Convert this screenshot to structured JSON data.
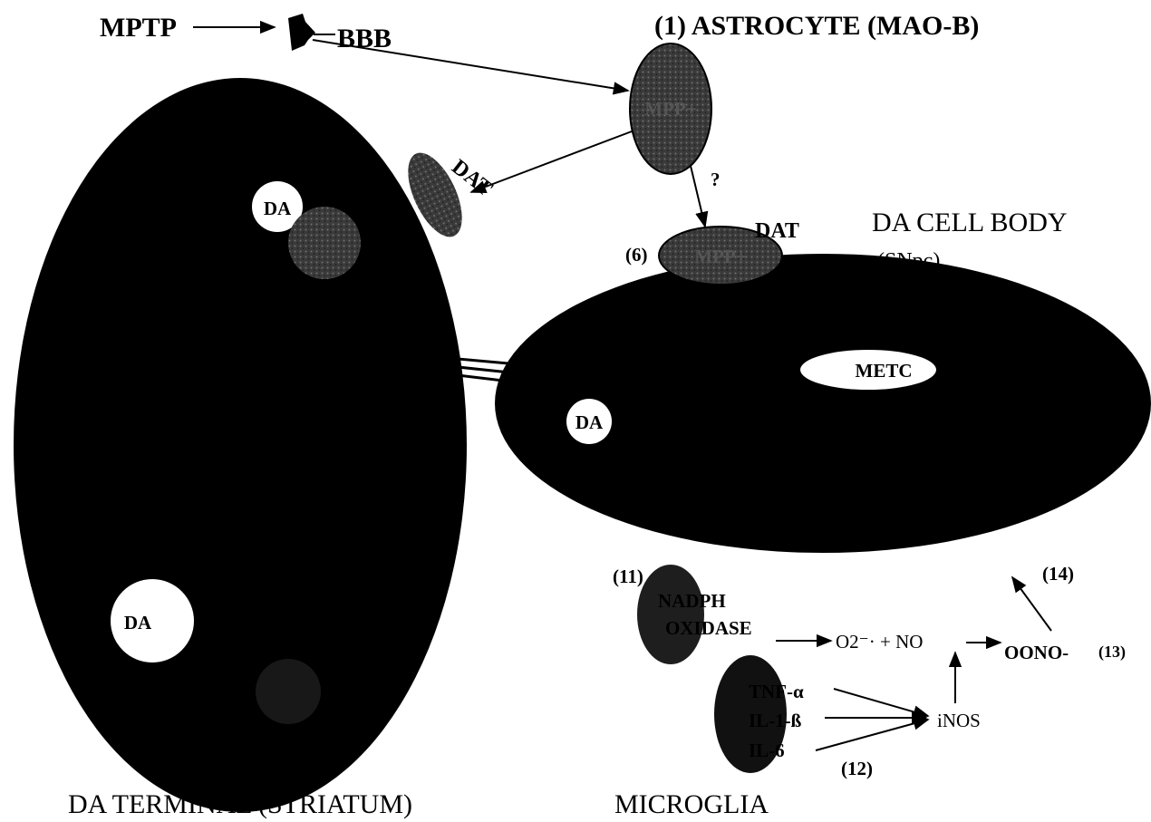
{
  "labels": {
    "mptp": "MPTP",
    "bbb": "BBB",
    "astrocyte": "(1) ASTROCYTE (MAO-B)",
    "mpp_astro": "MPP+",
    "dat_terminal": "DAT",
    "question": "?",
    "dat_cell": "DAT",
    "step6": "(6)",
    "mpp_cell": "MPP+",
    "cell_body_title": "DA CELL BODY",
    "cell_body_region": "(SNpc)",
    "metc": "METC",
    "da_cell": "DA",
    "da_terminal_top": "DA",
    "da_terminal_bottom": "DA",
    "terminal_title": "DA TERMINAL (STRIATUM)",
    "microglia_title": "MICROGLIA",
    "step11": "(11)",
    "nadph_1": "NADPH",
    "nadph_2": "OXIDASE",
    "superoxide_no": "O2⁻· + NO",
    "peroxynitrite": "OONO-",
    "step13": "(13)",
    "step14": "(14)",
    "tnf": "TNF-α",
    "il1": "IL-1-ß",
    "il6": "IL-6",
    "inos": "iNOS",
    "step12": "(12)"
  }
}
